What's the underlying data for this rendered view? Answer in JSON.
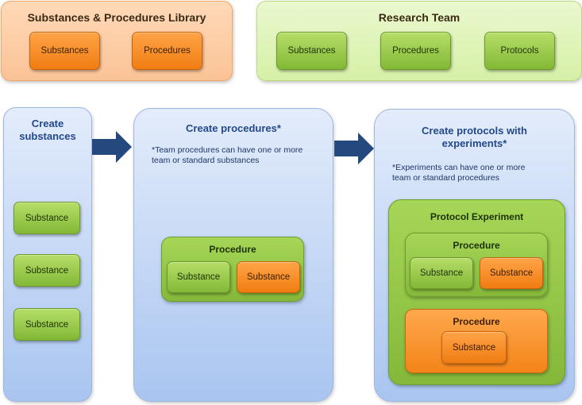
{
  "library_panel": {
    "title": "Substances & Procedures Library",
    "buttons": [
      "Substances",
      "Procedures"
    ]
  },
  "team_panel": {
    "title": "Research Team",
    "buttons": [
      "Substances",
      "Procedures",
      "Protocols"
    ]
  },
  "stage_substances": {
    "title_line1": "Create",
    "title_line2": "substances",
    "items": [
      "Substance",
      "Substance",
      "Substance"
    ]
  },
  "stage_procedures": {
    "title": "Create procedures*",
    "note_line1": "*Team procedures can have one or more",
    "note_line2": "team or standard substances",
    "procedure": {
      "title": "Procedure",
      "team_substance": "Substance",
      "standard_substance": "Substance"
    }
  },
  "stage_protocols": {
    "title_line1": "Create protocols with",
    "title_line2": "experiments*",
    "note_line1": "*Experiments can have one or more",
    "note_line2": "team or standard procedures",
    "experiment": {
      "title": "Protocol Experiment",
      "team_procedure": {
        "title": "Procedure",
        "team_substance": "Substance",
        "standard_substance": "Substance"
      },
      "standard_procedure": {
        "title": "Procedure",
        "substance": "Substance"
      }
    }
  },
  "colors": {
    "library_orange": "#f07d12",
    "team_green": "#83b836",
    "stage_blue": "#a9c5f0",
    "arrow": "#24497f"
  }
}
